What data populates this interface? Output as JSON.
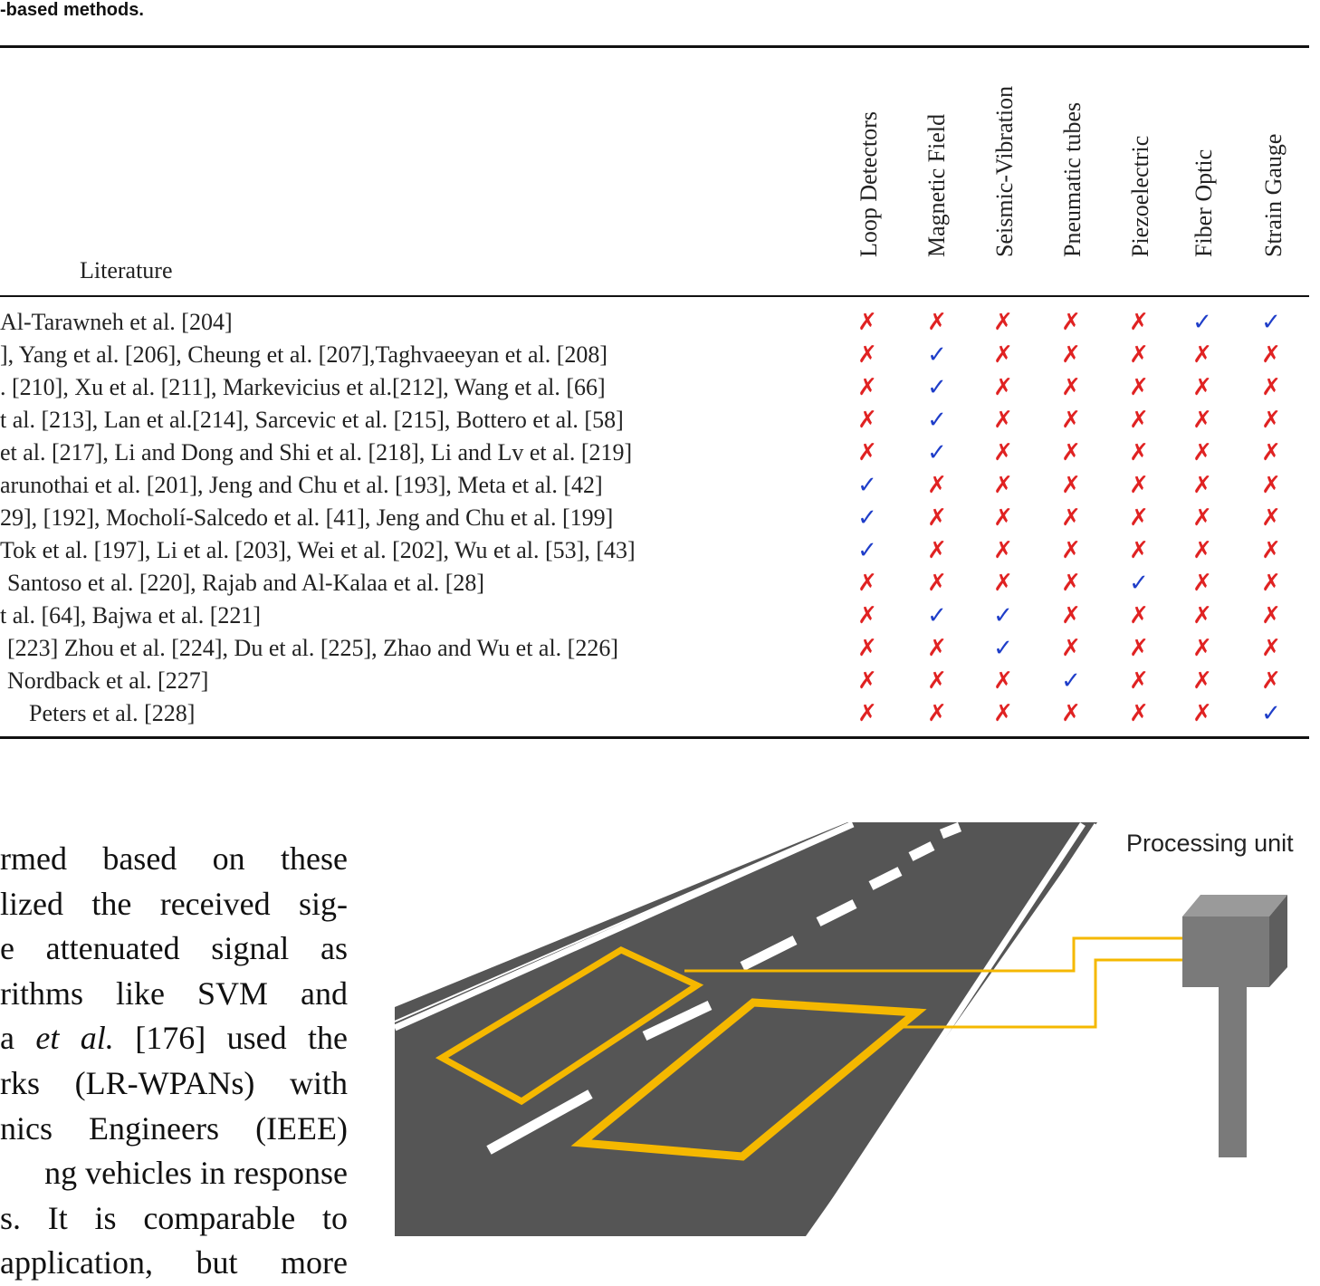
{
  "caption": "-based methods.",
  "table": {
    "literature_header": "Literature",
    "columns": [
      "Loop Detectors",
      "Magnetic Field",
      "Seismic-Vibration",
      "Pneumatic tubes",
      "Piezoelectric",
      "Fiber Optic",
      "Strain Gauge"
    ],
    "rows": [
      {
        "lit": "Al-Tarawneh et al. [204]",
        "marks": [
          "✗",
          "✗",
          "✗",
          "✗",
          "✗",
          "✓",
          "✓"
        ]
      },
      {
        "lit": "], Yang et al. [206], Cheung et al. [207],Taghvaeeyan et al. [208]",
        "marks": [
          "✗",
          "✓",
          "✗",
          "✗",
          "✗",
          "✗",
          "✗"
        ]
      },
      {
        "lit": ". [210], Xu et al. [211], Markevicius et al.[212], Wang et al. [66]",
        "marks": [
          "✗",
          "✓",
          "✗",
          "✗",
          "✗",
          "✗",
          "✗"
        ]
      },
      {
        "lit": "t al. [213], Lan et al.[214], Sarcevic et al. [215], Bottero et al. [58]",
        "marks": [
          "✗",
          "✓",
          "✗",
          "✗",
          "✗",
          "✗",
          "✗"
        ]
      },
      {
        "lit": "et al. [217], Li and Dong and Shi et al. [218], Li and Lv et al. [219]",
        "marks": [
          "✗",
          "✓",
          "✗",
          "✗",
          "✗",
          "✗",
          "✗"
        ]
      },
      {
        "lit": "arunothai et al. [201], Jeng and Chu et al. [193], Meta et al. [42]",
        "marks": [
          "✓",
          "✗",
          "✗",
          "✗",
          "✗",
          "✗",
          "✗"
        ]
      },
      {
        "lit": "29], [192], Mocholí-Salcedo et al. [41], Jeng and Chu et al. [199]",
        "marks": [
          "✓",
          "✗",
          "✗",
          "✗",
          "✗",
          "✗",
          "✗"
        ]
      },
      {
        "lit": "Tok et al. [197], Li et al. [203], Wei et al. [202], Wu et al. [53], [43]",
        "marks": [
          "✓",
          "✗",
          "✗",
          "✗",
          "✗",
          "✗",
          "✗"
        ]
      },
      {
        "lit": "Santoso et al. [220], Rajab and Al-Kalaa et al. [28]",
        "marks": [
          "✗",
          "✗",
          "✗",
          "✗",
          "✓",
          "✗",
          "✗"
        ]
      },
      {
        "lit": "t al. [64], Bajwa et al. [221]",
        "marks": [
          "✗",
          "✓",
          "✓",
          "✗",
          "✗",
          "✗",
          "✗"
        ]
      },
      {
        "lit": "[223] Zhou et al. [224], Du et al. [225], Zhao and Wu et al. [226]",
        "marks": [
          "✗",
          "✗",
          "✓",
          "✗",
          "✗",
          "✗",
          "✗"
        ]
      },
      {
        "lit": "Nordback et al. [227]",
        "marks": [
          "✗",
          "✗",
          "✗",
          "✓",
          "✗",
          "✗",
          "✗"
        ]
      },
      {
        "lit": "Peters et al. [228]",
        "marks": [
          "✗",
          "✗",
          "✗",
          "✗",
          "✗",
          "✗",
          "✓"
        ]
      }
    ]
  },
  "body": {
    "l1": "rmed based on these",
    "l2": "lized the received sig-",
    "l3": "e attenuated signal as",
    "l4": "rithms like SVM and",
    "l5a": "a ",
    "l5b": "et al.",
    "l5c": " [176] used the",
    "l6": "rks (LR-WPANs) with",
    "l7": "nics Engineers (IEEE)",
    "l8": "ng vehicles in response",
    "l9": "s. It is comparable to",
    "l10": "application, but more"
  },
  "figure": {
    "label": "Processing unit",
    "colors": {
      "road": "#555555",
      "loop": "#f5b800",
      "unit": "#7a7a7a",
      "lane": "#ffffff"
    }
  }
}
